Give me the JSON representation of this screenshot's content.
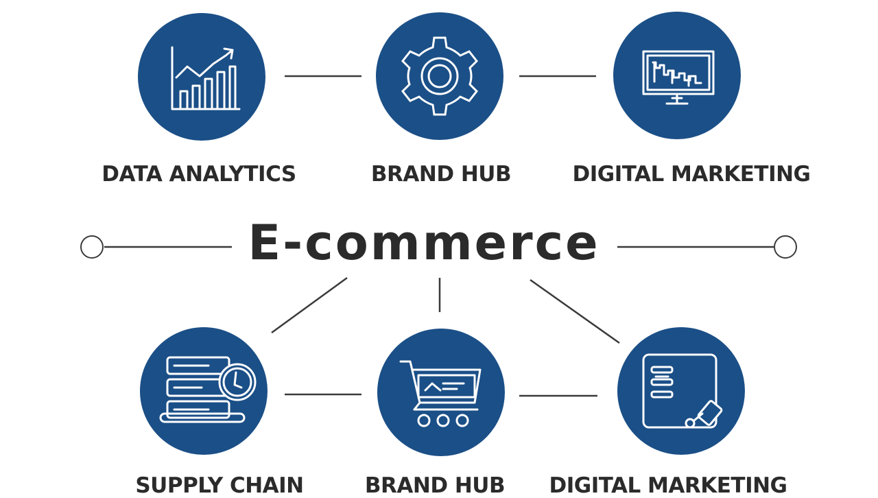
{
  "center": {
    "title": "E-commerce"
  },
  "nodes_top": [
    {
      "label": "DATA ANALYTICS",
      "icon": "bar-chart-growth-icon"
    },
    {
      "label": "BRAND HUB",
      "icon": "gear-icon"
    },
    {
      "label": "DIGITAL MARKETING",
      "icon": "monitor-chart-icon"
    }
  ],
  "nodes_bottom": [
    {
      "label": "SUPPLY CHAIN",
      "icon": "stacked-servers-clock-icon"
    },
    {
      "label": "BRAND HUB",
      "icon": "shopping-cart-icon"
    },
    {
      "label": "DIGITAL MARKETING",
      "icon": "clipboard-pen-icon"
    }
  ],
  "colors": {
    "circle": "#1b4f87",
    "icon_stroke": "#ffffff",
    "text": "#2b2b2b",
    "line": "#3a3a3a"
  }
}
